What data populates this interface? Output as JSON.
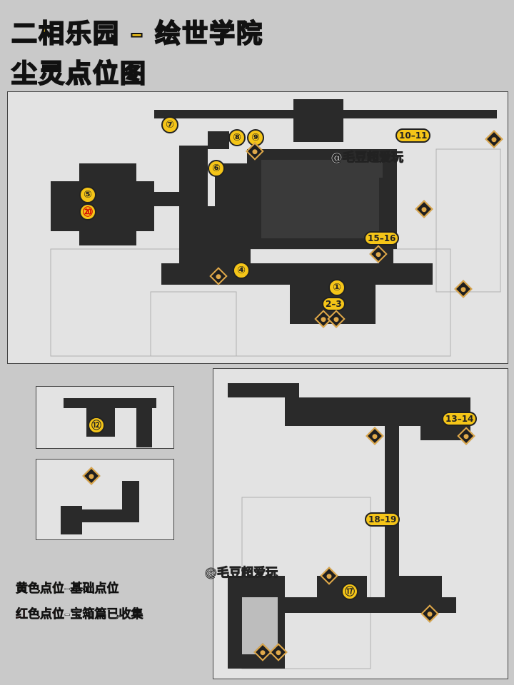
{
  "title": {
    "line1": "二相乐园 – 绘世学院",
    "line2": "尘灵点位图"
  },
  "watermark": "@毛豆超爱玩",
  "legend": {
    "yellow_key": "黄色点位",
    "yellow_sep": "–",
    "yellow_desc": "基础点位",
    "red_key": "红色点位",
    "red_sep": "–",
    "red_desc": "宝箱篇已收集"
  },
  "markers": [
    {
      "label": "①",
      "kind": "circle",
      "color": "yellow"
    },
    {
      "label": "2–3",
      "kind": "range",
      "color": "yellow"
    },
    {
      "label": "④",
      "kind": "circle",
      "color": "yellow"
    },
    {
      "label": "⑤",
      "kind": "circle",
      "color": "yellow"
    },
    {
      "label": "⑥",
      "kind": "circle",
      "color": "yellow"
    },
    {
      "label": "⑦",
      "kind": "circle",
      "color": "yellow"
    },
    {
      "label": "⑧",
      "kind": "circle",
      "color": "yellow"
    },
    {
      "label": "⑨",
      "kind": "circle",
      "color": "yellow"
    },
    {
      "label": "10–11",
      "kind": "range",
      "color": "yellow"
    },
    {
      "label": "⑫",
      "kind": "circle",
      "color": "yellow"
    },
    {
      "label": "13–14",
      "kind": "range",
      "color": "yellow"
    },
    {
      "label": "15–16",
      "kind": "range",
      "color": "yellow"
    },
    {
      "label": "⑰",
      "kind": "circle",
      "color": "yellow"
    },
    {
      "label": "18–19",
      "kind": "range",
      "color": "yellow"
    },
    {
      "label": "⑳",
      "kind": "circle",
      "color": "red"
    }
  ],
  "colors": {
    "yellow": "#f5c518",
    "red": "#e02020",
    "wall": "#2a2a2a"
  },
  "icons": {
    "dust_spirit": "dust-spirit-icon"
  }
}
